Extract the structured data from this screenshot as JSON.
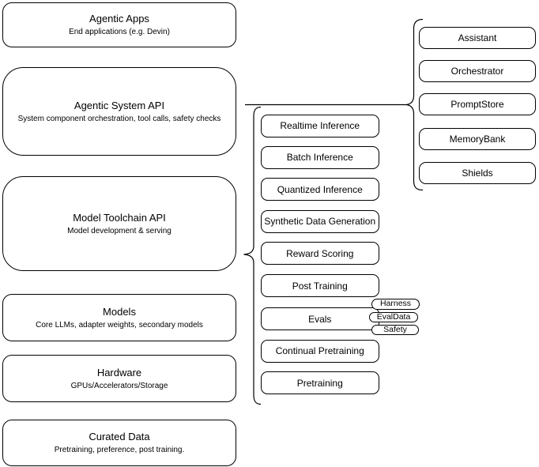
{
  "stack_layers": [
    {
      "title": "Agentic Apps",
      "subtitle": "End applications (e.g. Devin)"
    },
    {
      "title": "Agentic System API",
      "subtitle": "System component orchestration, tool calls, safety checks"
    },
    {
      "title": "Model Toolchain API",
      "subtitle": "Model development & serving"
    },
    {
      "title": "Models",
      "subtitle": "Core LLMs, adapter weights, secondary models"
    },
    {
      "title": "Hardware",
      "subtitle": "GPUs/Accelerators/Storage"
    },
    {
      "title": "Curated Data",
      "subtitle": "Pretraining, preference, post training."
    }
  ],
  "toolchain_capabilities": [
    "Realtime Inference",
    "Batch Inference",
    "Quantized Inference",
    "Synthetic Data Generation",
    "Reward Scoring",
    "Post Training",
    "Evals",
    "Continual Pretraining",
    "Pretraining"
  ],
  "eval_badges": [
    "Harness",
    "EvalData",
    "Safety"
  ],
  "system_components": [
    "Assistant",
    "Orchestrator",
    "PromptStore",
    "MemoryBank",
    "Shields"
  ],
  "connectors": {
    "left_brace": "curly-brace grouping toolchain capabilities, pointing to Model Toolchain API",
    "right_brace": "curly-brace grouping system components, linked by line to Agentic System API"
  },
  "colors": {
    "stroke": "#000000",
    "fill": "#ffffff",
    "text": "#000000"
  }
}
